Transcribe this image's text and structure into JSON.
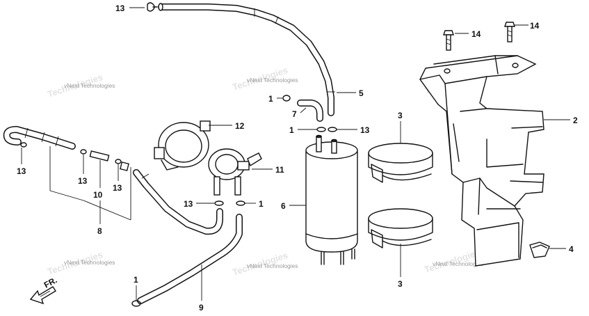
{
  "callouts": [
    {
      "id": "c13a",
      "text": "13"
    },
    {
      "id": "c14a",
      "text": "14"
    },
    {
      "id": "c14b",
      "text": "14"
    },
    {
      "id": "c5",
      "text": "5"
    },
    {
      "id": "c1a",
      "text": "1"
    },
    {
      "id": "c7",
      "text": "7"
    },
    {
      "id": "c1b",
      "text": "1"
    },
    {
      "id": "c13b",
      "text": "13"
    },
    {
      "id": "c12",
      "text": "12"
    },
    {
      "id": "c3a",
      "text": "3"
    },
    {
      "id": "c2",
      "text": "2"
    },
    {
      "id": "c13c",
      "text": "13"
    },
    {
      "id": "c13d",
      "text": "13"
    },
    {
      "id": "c10",
      "text": "10"
    },
    {
      "id": "c13e",
      "text": "13"
    },
    {
      "id": "c11",
      "text": "11"
    },
    {
      "id": "c13f",
      "text": "13"
    },
    {
      "id": "c1c",
      "text": "1"
    },
    {
      "id": "c6",
      "text": "6"
    },
    {
      "id": "c8",
      "text": "8"
    },
    {
      "id": "c4",
      "text": "4"
    },
    {
      "id": "c3b",
      "text": "3"
    },
    {
      "id": "c1d",
      "text": "1"
    },
    {
      "id": "c9",
      "text": "9"
    },
    {
      "id": "cfr",
      "text": "FR."
    }
  ],
  "watermark": "vNext Technologies",
  "watermark_shadow": "Technologies"
}
